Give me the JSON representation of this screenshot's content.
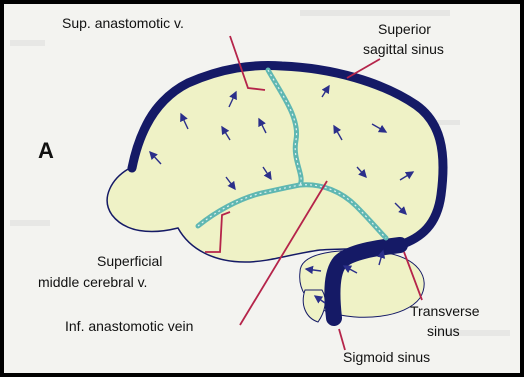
{
  "figure": {
    "panel_letter": "A",
    "labels": {
      "sup_anastomotic": "Sup. anastomotic v.",
      "superior_sagittal_line1": "Superior",
      "superior_sagittal_line2": "sagittal sinus",
      "superficial_middle_line1": "Superficial",
      "superficial_middle_line2": "middle cerebral v.",
      "inf_anastomotic": "Inf. anastomotic vein",
      "transverse_line1": "Transverse",
      "transverse_line2": "sinus",
      "sigmoid": "Sigmoid sinus"
    },
    "colors": {
      "background": "#f3f3f0",
      "frame": "#000000",
      "brain_fill": "#eff2c6",
      "sinus": "#151a66",
      "vein": "#5fb7b2",
      "leader": "#b5244a",
      "arrow": "#2b2f8a"
    }
  }
}
